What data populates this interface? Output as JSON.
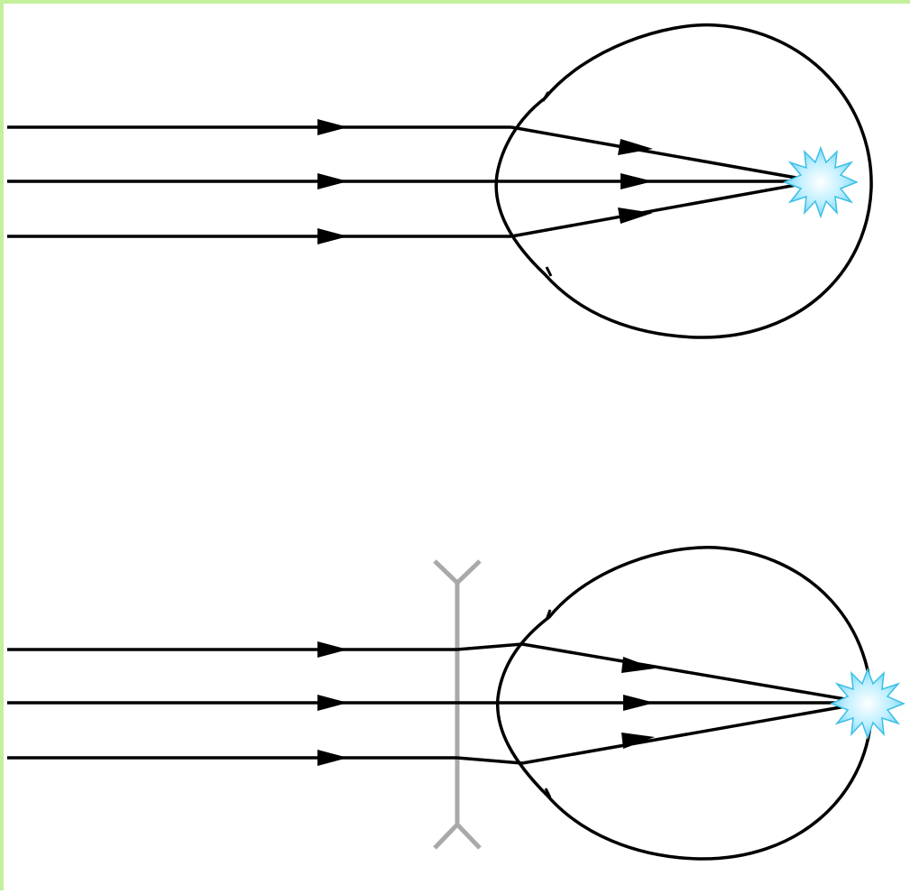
{
  "diagram": {
    "title": "",
    "panels": [
      {
        "id": "uncorrected-eye",
        "has_lens": false,
        "focus": "inside-eye"
      },
      {
        "id": "corrected-eye",
        "has_lens": true,
        "lens_type": "concave",
        "focus": "on-retina"
      }
    ],
    "colors": {
      "ray": "#000000",
      "eye_outline": "#000000",
      "lens": "#a9a9a9",
      "focus_fill": "#bfefff",
      "focus_stroke": "#3cc0e6",
      "frame": "#c3f09a"
    },
    "icons": {
      "focus": "focus-starburst-icon",
      "arrow": "ray-arrow-icon"
    }
  }
}
